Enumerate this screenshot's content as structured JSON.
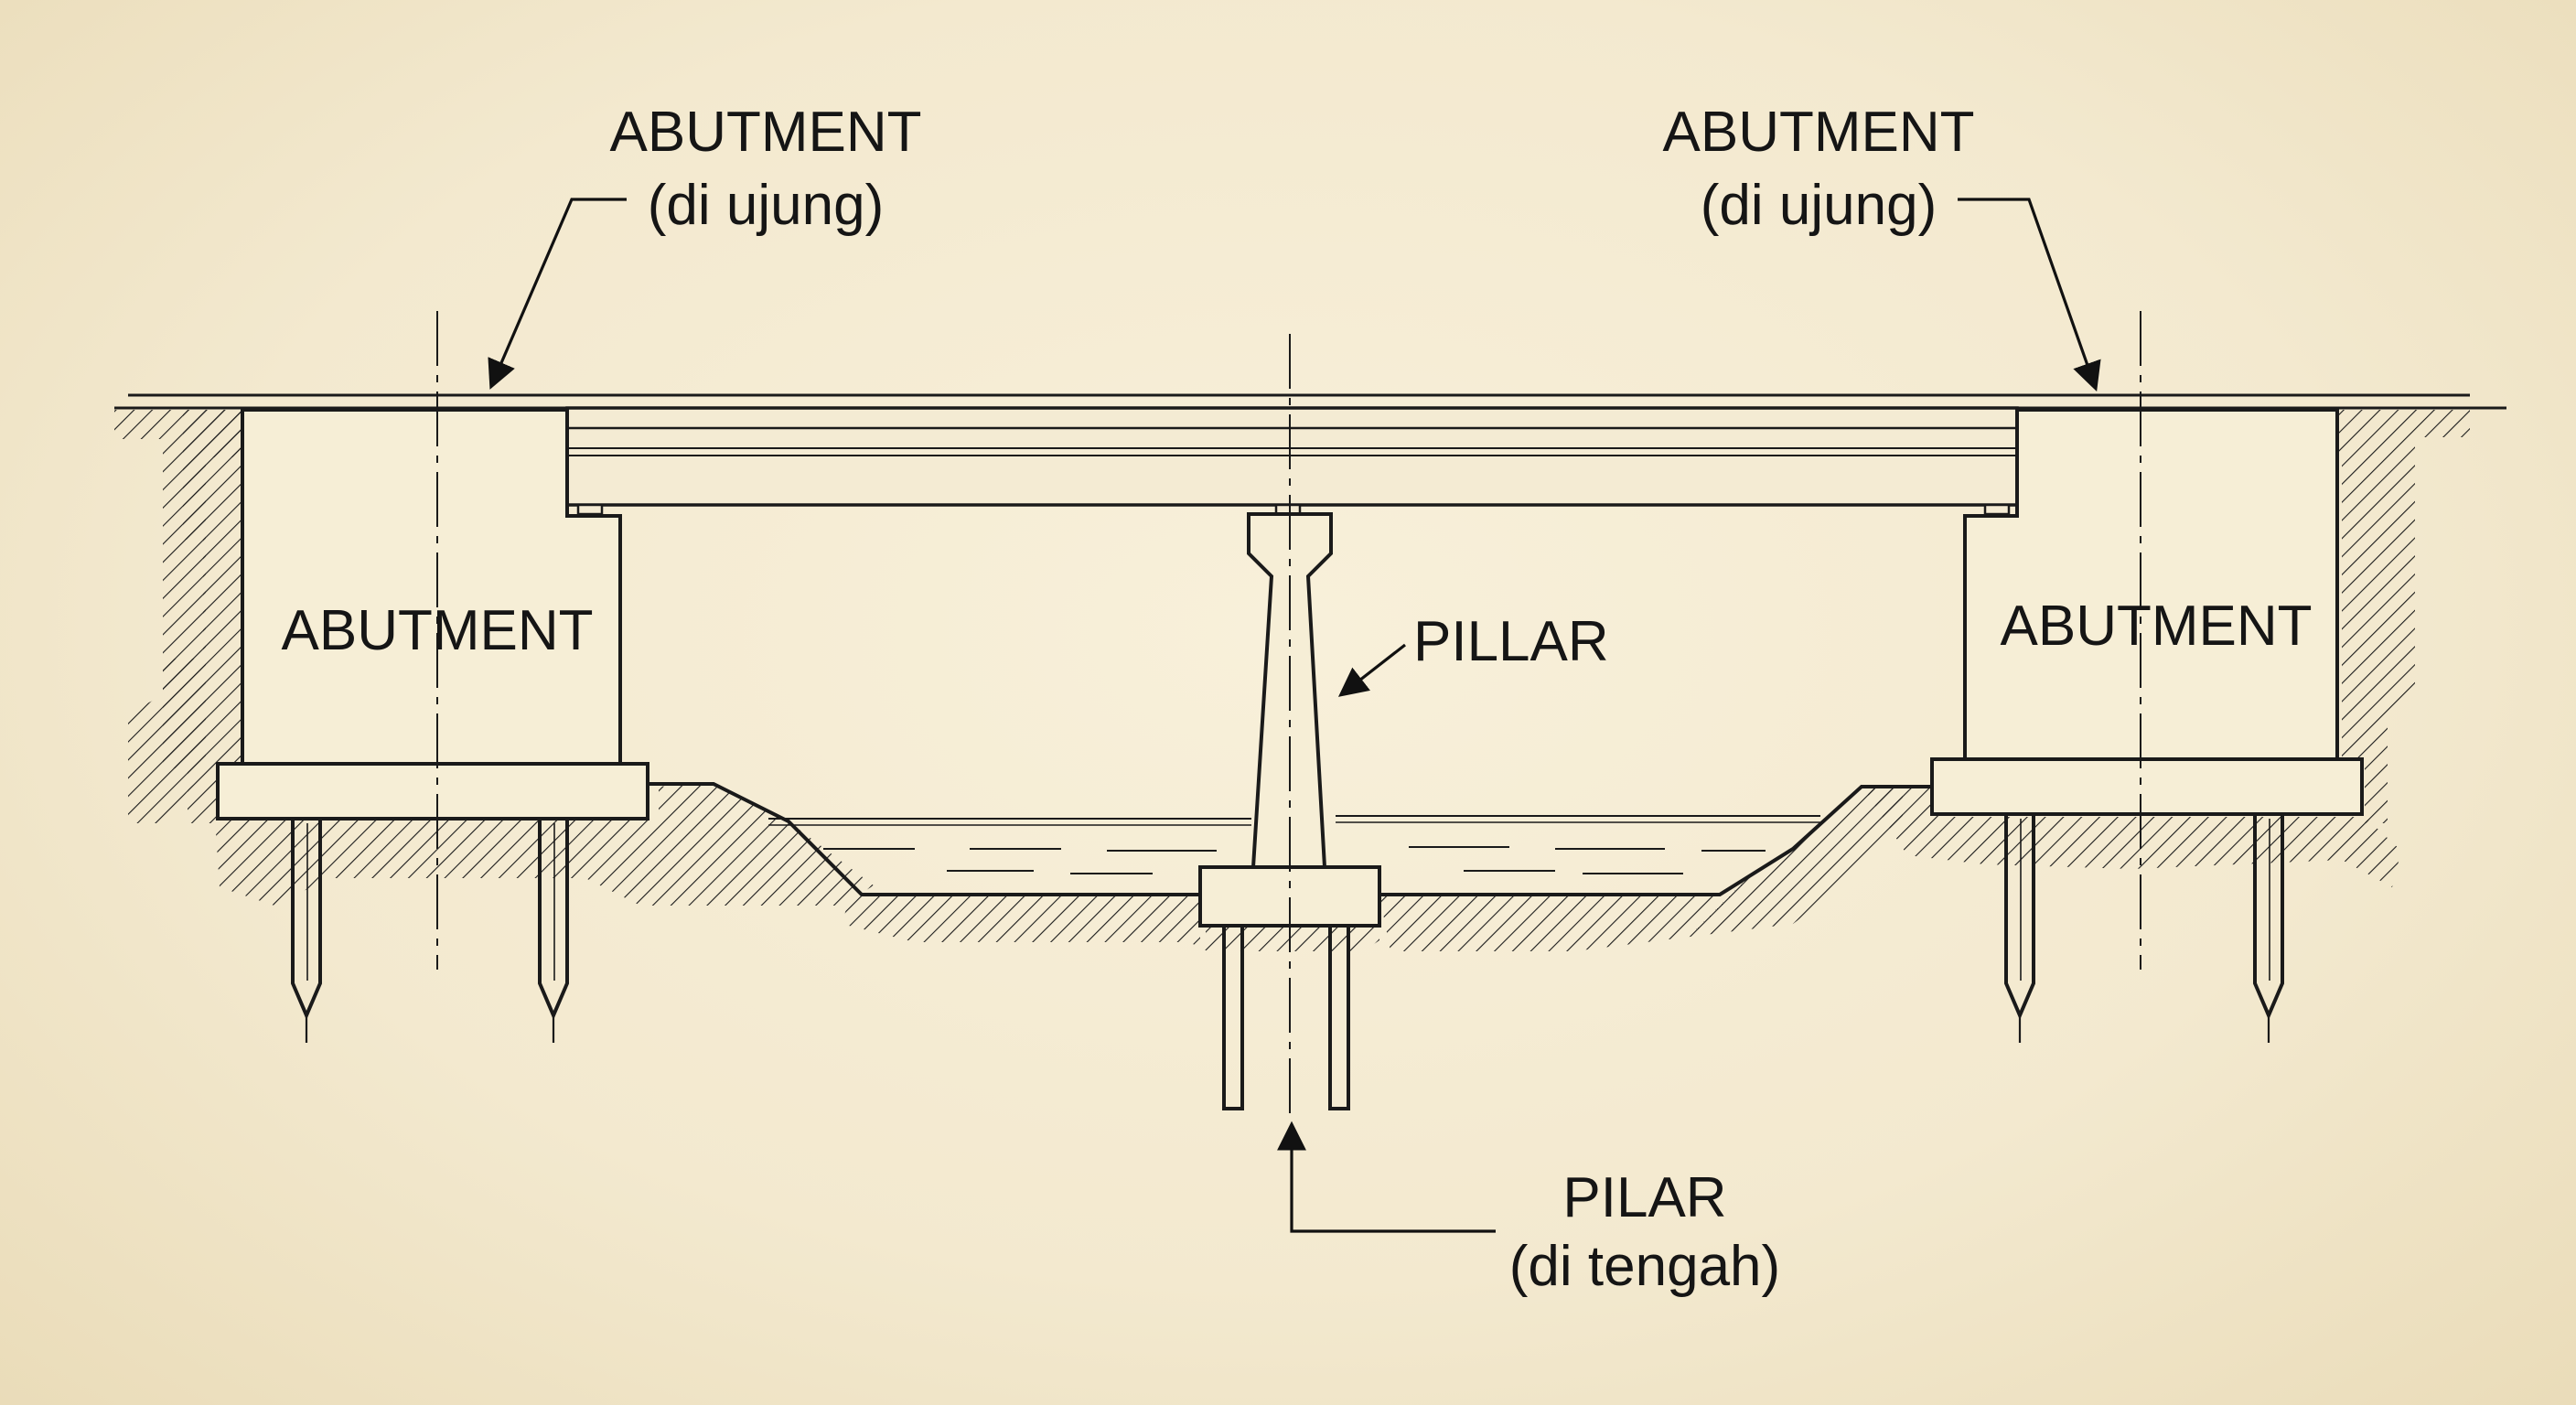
{
  "labels": {
    "abutment_left_callout": {
      "line1": "ABUTMENT",
      "line2": "(di ujung)"
    },
    "abutment_right_callout": {
      "line1": "ABUTMENT",
      "line2": "(di ujung)"
    },
    "abutment_left_block": "ABUTMENT",
    "abutment_right_block": "ABUTMENT",
    "pillar_callout": "PILLAR",
    "pilar_callout": {
      "line1": "PILAR",
      "line2": "(di tengah)"
    }
  },
  "colors": {
    "paper": "#f4ebd3",
    "ink": "#1a1a1a"
  }
}
